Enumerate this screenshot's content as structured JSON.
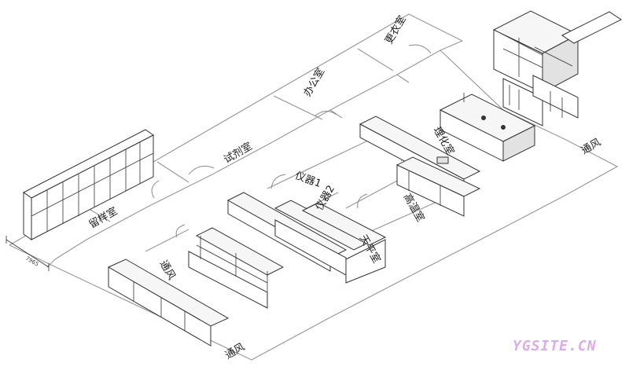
{
  "rooms": {
    "changing": "更衣室",
    "office": "办公室",
    "reagent": "试剂室",
    "sample": "留样室",
    "instrument_1": "仪器1",
    "instrument_2": "仪器2",
    "balance": "天平室",
    "high_temp": "高温室",
    "physchem": "理化室",
    "fume": "通风",
    "entrance_right": "通风",
    "entrance_left": "通风"
  },
  "dimension": "7965",
  "watermark": "YGSITE.CN"
}
